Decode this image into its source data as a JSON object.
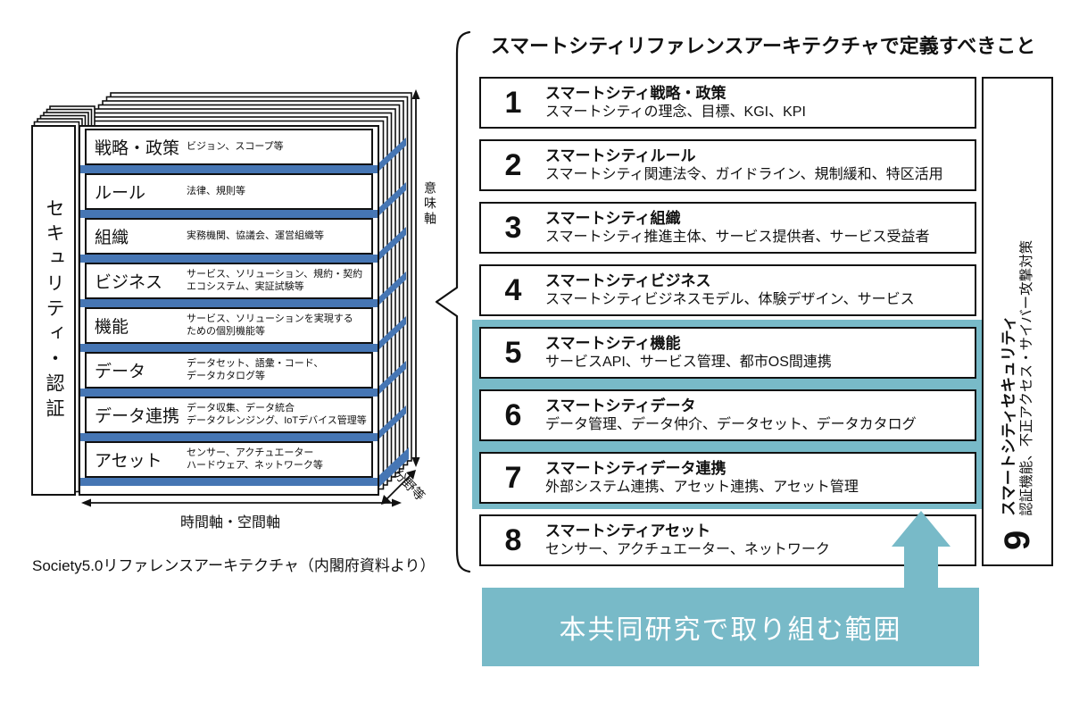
{
  "title": "スマートシティリファレンスアーキテクチャで定義すべきこと",
  "left_diagram": {
    "security_label": "セキュリティ・認証",
    "axis_vertical_label": "意味軸",
    "axis_horizontal_label": "時間軸・空間軸",
    "axis_depth_label": "分野等",
    "caption": "Society5.0リファレンスアーキテクチャ（内閣府資料より）",
    "layers": [
      {
        "label": "戦略・政策",
        "desc": "ビジョン、スコープ等"
      },
      {
        "label": "ルール",
        "desc": "法律、規則等"
      },
      {
        "label": "組織",
        "desc": "実務機関、協議会、運営組織等"
      },
      {
        "label": "ビジネス",
        "desc": "サービス、ソリューション、規約・契約\nエコシステム、実証試験等"
      },
      {
        "label": "機能",
        "desc": "サービス、ソリューションを実現する\nための個別機能等"
      },
      {
        "label": "データ",
        "desc": "データセット、語彙・コード、\nデータカタログ等"
      },
      {
        "label": "データ連携",
        "desc": "データ収集、データ統合\nデータクレンジング、IoTデバイス管理等"
      },
      {
        "label": "アセット",
        "desc": "センサー、アクチュエーター\nハードウェア、ネットワーク等"
      }
    ]
  },
  "right_panel": {
    "items": [
      {
        "number": "1",
        "title": "スマートシティ戦略・政策",
        "subtitle": "スマートシティの理念、目標、KGI、KPI"
      },
      {
        "number": "2",
        "title": "スマートシティルール",
        "subtitle": "スマートシティ関連法令、ガイドライン、規制緩和、特区活用"
      },
      {
        "number": "3",
        "title": "スマートシティ組織",
        "subtitle": "スマートシティ推進主体、サービス提供者、サービス受益者"
      },
      {
        "number": "4",
        "title": "スマートシティビジネス",
        "subtitle": "スマートシティビジネスモデル、体験デザイン、サービス"
      },
      {
        "number": "5",
        "title": "スマートシティ機能",
        "subtitle": "サービスAPI、サービス管理、都市OS間連携"
      },
      {
        "number": "6",
        "title": "スマートシティデータ",
        "subtitle": "データ管理、データ仲介、データセット、データカタログ"
      },
      {
        "number": "7",
        "title": "スマートシティデータ連携",
        "subtitle": "外部システム連携、アセット連携、アセット管理"
      },
      {
        "number": "8",
        "title": "スマートシティアセット",
        "subtitle": "センサー、アクチュエーター、ネットワーク"
      }
    ],
    "security_item": {
      "number": "9",
      "title": "スマートシティセキュリティ",
      "subtitle": "認証機能、不正アクセス・サイバー攻撃対策"
    }
  },
  "banner": {
    "label": "本共同研究で取り組む範囲"
  },
  "colors": {
    "blue": "#4676b4",
    "teal": "#78bac8"
  }
}
